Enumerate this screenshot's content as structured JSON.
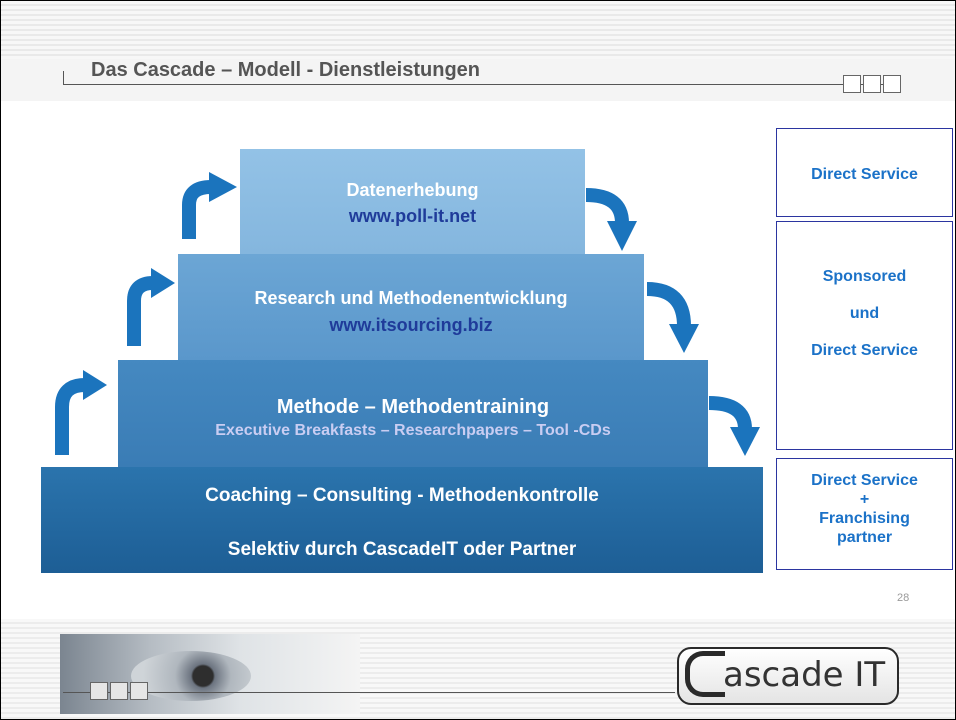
{
  "title": "Das Cascade – Modell - Dienstleistungen",
  "pyramid": {
    "level1": {
      "line1": "Coaching – Consulting - Methodenkontrolle",
      "line2": "Selektiv durch CascadeIT oder Partner"
    },
    "level2": {
      "line1": "Methode – Methodentraining",
      "line2": "Executive Breakfasts – Researchpapers – Tool -CDs"
    },
    "level3": {
      "line1": "Research und Methodenentwicklung",
      "line2": "www.itsourcing.biz"
    },
    "level4": {
      "line1": "Datenerhebung",
      "line2": "www.poll-it.net"
    }
  },
  "services": {
    "top": "Direct Service",
    "middle": {
      "l1": "Sponsored",
      "l2": "und",
      "l3": "Direct Service"
    },
    "bottom": {
      "l1": "Direct Service",
      "l2": "+",
      "l3": "Franchising",
      "l4": "partner"
    }
  },
  "page_number": "28",
  "logo": {
    "text": "ascade IT"
  },
  "colors": {
    "arrow": "#1b74bd",
    "service_text": "#1b72c8",
    "link_navy": "#1f3b9a"
  }
}
